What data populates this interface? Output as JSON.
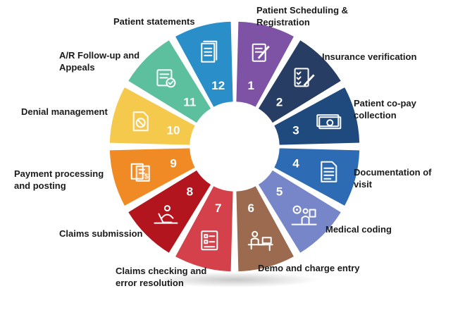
{
  "steps": [
    {
      "number": "1",
      "label": "Patient Scheduling &\nRegistration",
      "color": "#7e53a6",
      "icon": "form-pen-icon"
    },
    {
      "number": "2",
      "label": "Insurance verification",
      "color": "#273d63",
      "icon": "checklist-pen-icon"
    },
    {
      "number": "3",
      "label": "Patient co-pay\ncollection",
      "color": "#1f4a7e",
      "icon": "cash-icon"
    },
    {
      "number": "4",
      "label": "Documentation of\nvisit",
      "color": "#2d6cb4",
      "icon": "document-icon"
    },
    {
      "number": "5",
      "label": "Medical coding",
      "color": "#7686c9",
      "icon": "coder-workstation-icon"
    },
    {
      "number": "6",
      "label": "Demo and charge entry",
      "color": "#9b6a4f",
      "icon": "desk-worker-icon"
    },
    {
      "number": "7",
      "label": "Claims checking and\nerror resolution",
      "color": "#d5414a",
      "icon": "claim-form-icon"
    },
    {
      "number": "8",
      "label": "Claims submission",
      "color": "#b3151e",
      "icon": "laptop-worker-icon"
    },
    {
      "number": "9",
      "label": "Payment processing\nand posting",
      "color": "#ef8a24",
      "icon": "invoice-icon"
    },
    {
      "number": "10",
      "label": "Denial management",
      "color": "#f4c94c",
      "icon": "denied-document-icon"
    },
    {
      "number": "11",
      "label": "A/R Follow-up and\nAppeals",
      "color": "#5cbf9d",
      "icon": "approved-form-icon"
    },
    {
      "number": "12",
      "label": "Patient statements",
      "color": "#2a8ec9",
      "icon": "statement-icon"
    }
  ]
}
